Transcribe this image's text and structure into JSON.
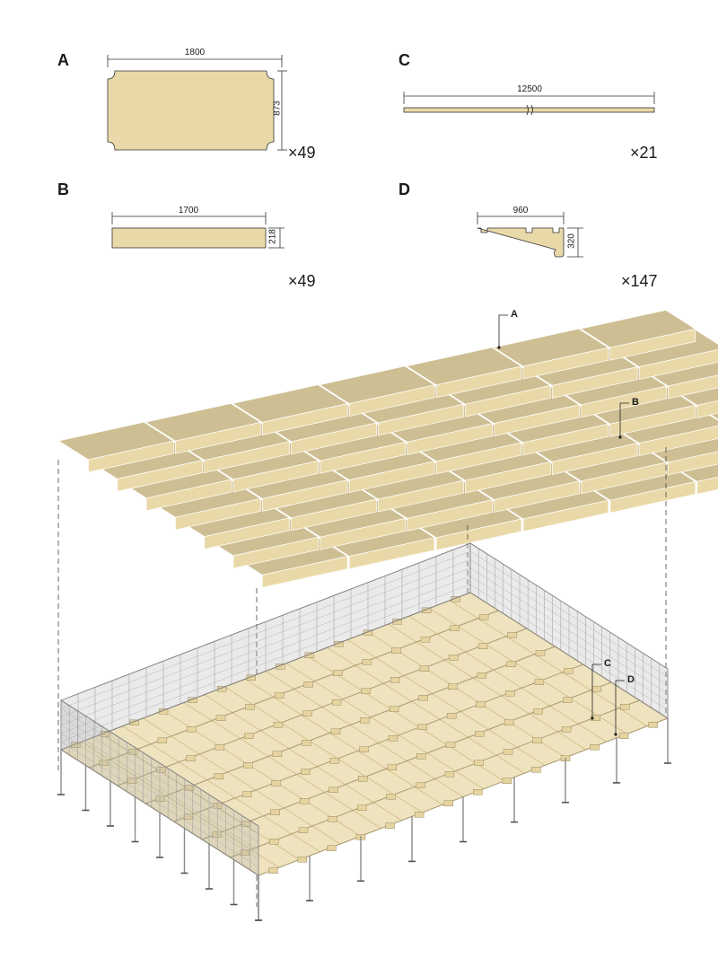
{
  "colors": {
    "wood_light": "#ead9a8",
    "wood_top": "#cdbf93",
    "wood_edge": "#b7a77a",
    "outline": "#333333",
    "steel": "#8a8a8a",
    "background": "#ffffff"
  },
  "parts": {
    "A": {
      "letter": "A",
      "width": "1800",
      "height": "873",
      "qty": "×49"
    },
    "B": {
      "letter": "B",
      "width": "1700",
      "height": "218",
      "qty": "×49"
    },
    "C": {
      "letter": "C",
      "width": "12500",
      "qty": "×21"
    },
    "D": {
      "letter": "D",
      "width": "960",
      "height": "320",
      "qty": "×147"
    }
  },
  "callouts": {
    "A": "A",
    "B": "B",
    "C": "C",
    "D": "D"
  }
}
